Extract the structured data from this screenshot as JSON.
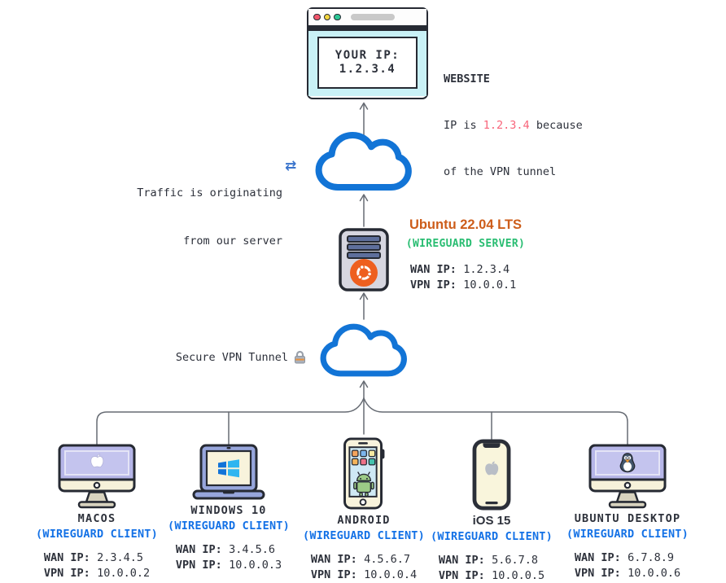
{
  "browser": {
    "your_ip_label": "YOUR IP:",
    "your_ip_value": "1.2.3.4"
  },
  "website": {
    "title": "WEBSITE",
    "ip_pre": "IP is ",
    "ip": "1.2.3.4",
    "ip_post": " because",
    "line2": "of the VPN tunnel"
  },
  "traffic": {
    "line1": "Traffic is originating",
    "line2": "from our server",
    "icon": "swap-arrows-icon",
    "glyph": "⇄"
  },
  "vpn_tunnel": {
    "label": "Secure VPN Tunnel",
    "icon": "lock-icon"
  },
  "server": {
    "title": "Ubuntu 22.04 LTS",
    "role": "(WIREGUARD SERVER)",
    "wan_label": "WAN IP:",
    "wan_value": "1.2.3.4",
    "vpn_label": "VPN IP:",
    "vpn_value": "10.0.0.1",
    "icon": "ubuntu-server-icon"
  },
  "clients": [
    {
      "name": "MACOS",
      "role": "(WIREGUARD CLIENT)",
      "wan_label": "WAN IP:",
      "wan_value": "2.3.4.5",
      "vpn_label": "VPN IP:",
      "vpn_value": "10.0.0.2",
      "icon": "imac-apple-icon"
    },
    {
      "name": "WINDOWS 10",
      "role": "(WIREGUARD CLIENT)",
      "wan_label": "WAN IP:",
      "wan_value": "3.4.5.6",
      "vpn_label": "VPN IP:",
      "vpn_value": "10.0.0.3",
      "icon": "laptop-windows-icon"
    },
    {
      "name": "ANDROID",
      "role": "(WIREGUARD CLIENT)",
      "wan_label": "WAN IP:",
      "wan_value": "4.5.6.7",
      "vpn_label": "VPN IP:",
      "vpn_value": "10.0.0.4",
      "icon": "android-phone-icon"
    },
    {
      "name": "iOS 15",
      "role": "(WIREGUARD CLIENT)",
      "wan_label": "WAN IP:",
      "wan_value": "5.6.7.8",
      "vpn_label": "VPN IP:",
      "vpn_value": "10.0.0.5",
      "icon": "iphone-icon"
    },
    {
      "name": "UBUNTU DESKTOP",
      "role": "(WIREGUARD CLIENT)",
      "wan_label": "WAN IP:",
      "wan_value": "6.7.8.9",
      "vpn_label": "VPN IP:",
      "vpn_value": "10.0.0.6",
      "icon": "imac-tux-icon"
    }
  ],
  "colors": {
    "cloud_blue": "#1274d6",
    "client_blue": "#1371e6",
    "server_green": "#29bd72",
    "ubuntu_orange": "#cd5d1a",
    "ip_pink": "#f8647a",
    "ink": "#262a33",
    "wire_gray": "#666b73"
  }
}
